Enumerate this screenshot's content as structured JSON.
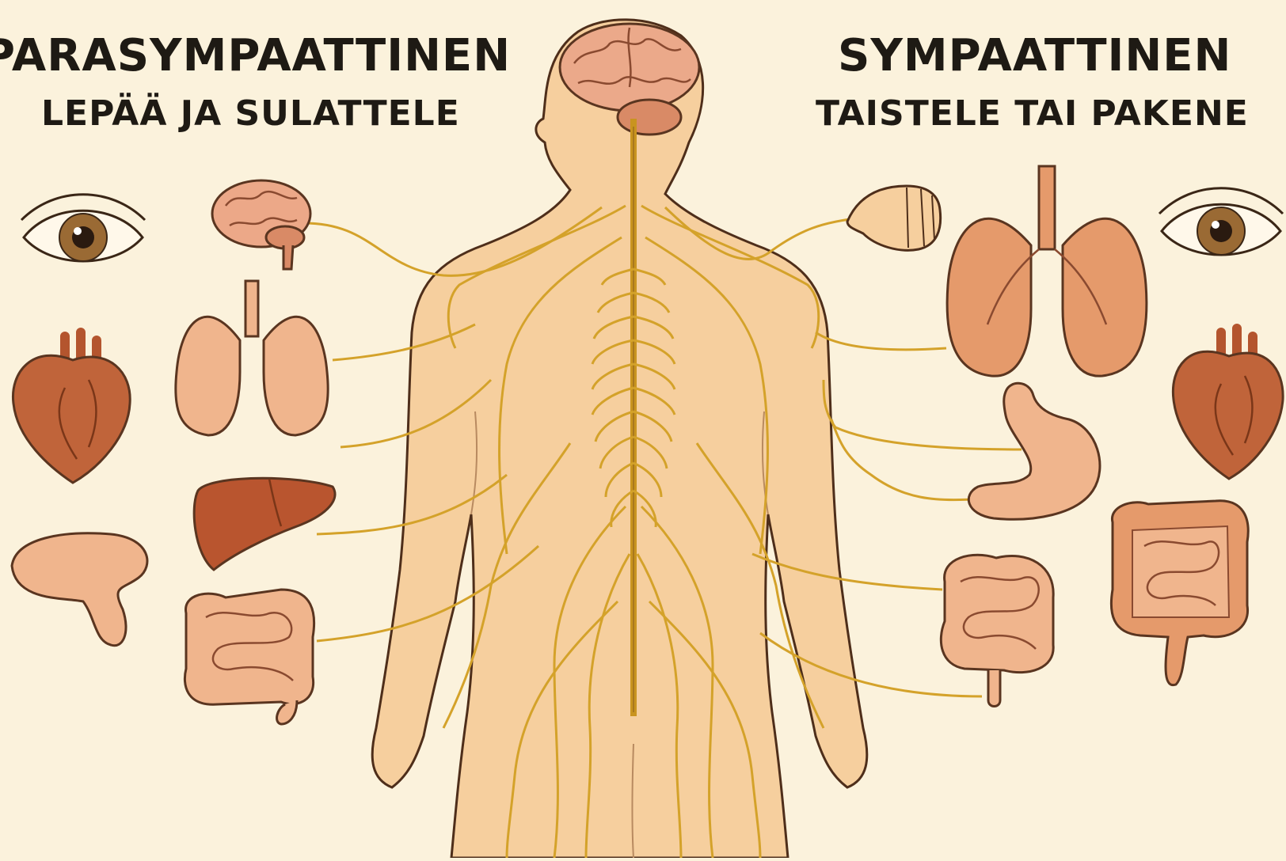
{
  "left": {
    "title": "PARASYMPAATTINEN",
    "subtitle": "LEPÄÄ JA SULATTELE",
    "organs": [
      "eye-icon",
      "brain-icon",
      "heart-icon",
      "lungs-icon",
      "liver-icon",
      "pancreas-icon",
      "intestines-icon"
    ]
  },
  "right": {
    "title": "SYMPAATTINEN",
    "subtitle": "TAISTELE TAI PAKENE",
    "organs": [
      "fist-icon",
      "lungs-icon",
      "eye-icon",
      "heart-icon",
      "stomach-icon",
      "intestines-icon",
      "colon-icon"
    ]
  },
  "colors": {
    "background": "#fbf2dc",
    "skin": "#f6cf9e",
    "nerve": "#d4a22a",
    "outline": "#5a3520",
    "organ_dark": "#c0643a",
    "organ_mid": "#e59a6b",
    "organ_light": "#f0b58d"
  }
}
